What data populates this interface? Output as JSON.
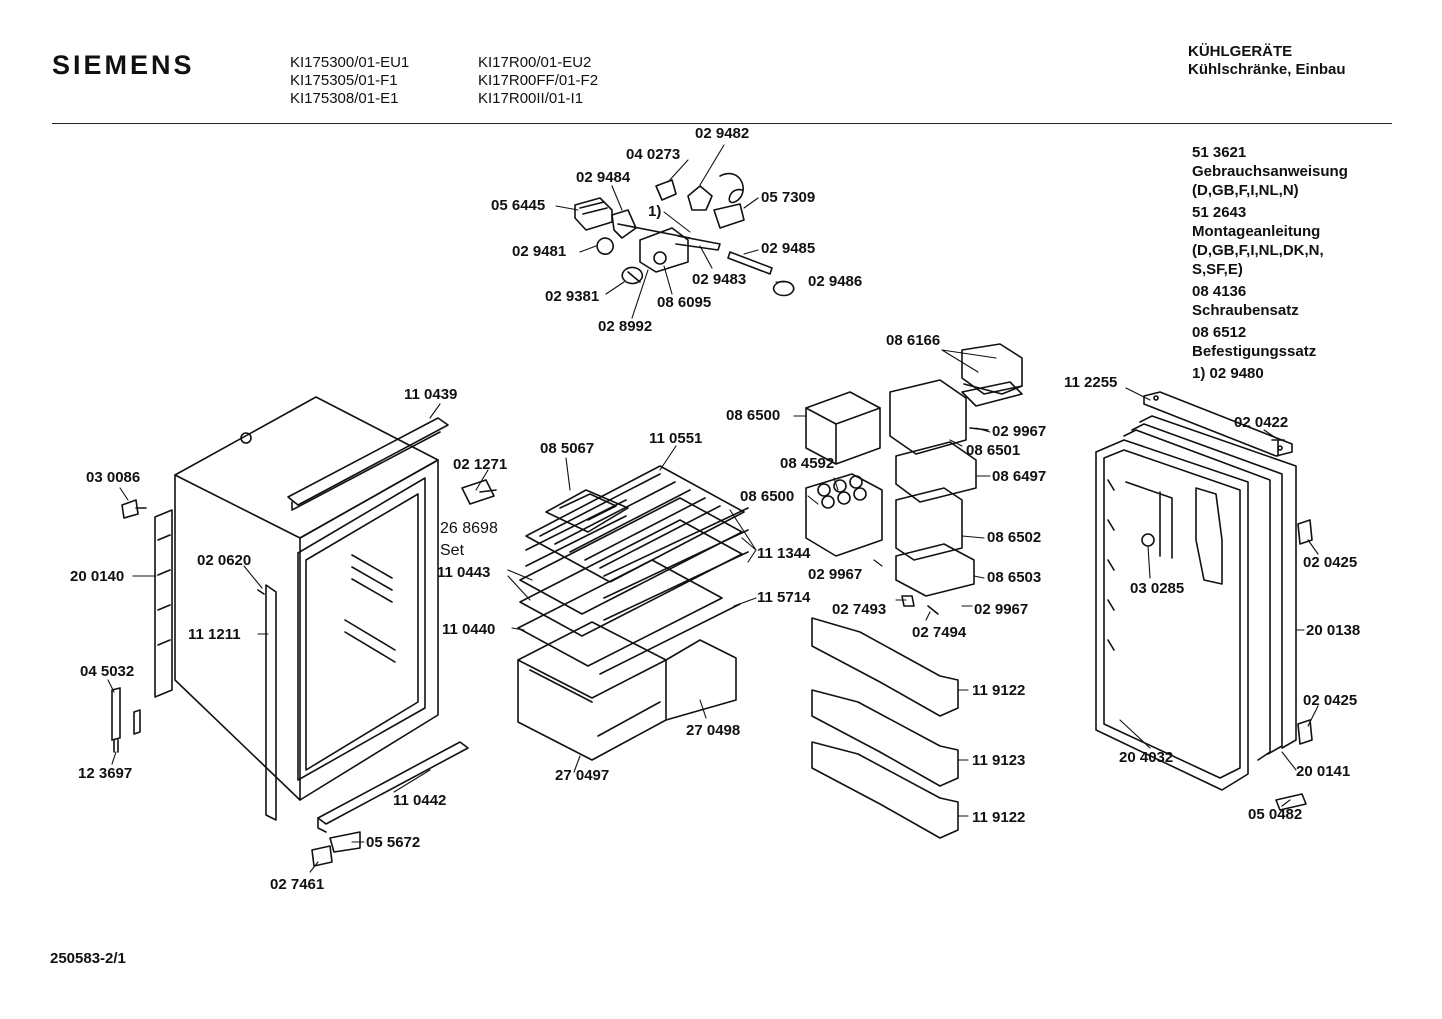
{
  "header": {
    "brand": "SIEMENS",
    "models_col1": [
      "KI175300/01-EU1",
      "KI175305/01-F1",
      "KI175308/01-E1"
    ],
    "models_col2": [
      "KI17R00/01-EU2",
      "KI17R00FF/01-F2",
      "KI17R00II/01-I1"
    ],
    "category": "KÜHLGERÄTE",
    "subcategory": "Kühlschränke, Einbau"
  },
  "notes": [
    "51 3621",
    "Gebrauchsanweisung",
    "(D,GB,F,I,NL,N)",
    "51 2643",
    "Montageanleitung",
    "(D,GB,F,I,NL,DK,N,",
    "S,SF,E)",
    "08 4136",
    "Schraubensatz",
    "08 6512",
    "Befestigungssatz",
    "1)  02 9480"
  ],
  "labels": {
    "p029482": "02 9482",
    "p040273": "04 0273",
    "p029484": "02 9484",
    "p056445": "05 6445",
    "ref1": "1)",
    "p057309": "05 7309",
    "p029485": "02 9485",
    "p029481": "02 9481",
    "p029483": "02 9483",
    "p029486": "02 9486",
    "p029381": "02 9381",
    "p086095": "08 6095",
    "p028992": "02 8992",
    "p110439": "11 0439",
    "p030086": "03 0086",
    "p200140": "20 0140",
    "p020620": "02 0620",
    "p111211": "11 1211",
    "p045032": "04 5032",
    "p123697": "12 3697",
    "p110442": "11 0442",
    "p055672": "05 5672",
    "p027461": "02 7461",
    "p021271": "02 1271",
    "p268698": "26 8698",
    "set": "Set",
    "p085067": "08 5067",
    "p110551": "11 0551",
    "p110443": "11 0443",
    "p111344": "11 1344",
    "p115714": "11 5714",
    "p110440": "11 0440",
    "p270498": "27 0498",
    "p270497": "27 0497",
    "p086166": "08 6166",
    "p086500a": "08 6500",
    "p029967a": "02 9967",
    "p086501": "08 6501",
    "p084592": "08 4592",
    "p086497": "08 6497",
    "p086500b": "08 6500",
    "p086502": "08 6502",
    "p029967b": "02 9967",
    "p086503": "08 6503",
    "p027493": "02 7493",
    "p029967c": "02 9967",
    "p027494": "02 7494",
    "p119122a": "11 9122",
    "p119123": "11 9123",
    "p119122b": "11 9122",
    "p112255": "11 2255",
    "p020422": "02 0422",
    "p020425a": "02 0425",
    "p030285": "03 0285",
    "p200138": "20 0138",
    "p020425b": "02 0425",
    "p204032": "20 4032",
    "p200141": "20 0141",
    "p050482": "05 0482"
  },
  "footer": {
    "doc_number": "250583-2/1"
  }
}
